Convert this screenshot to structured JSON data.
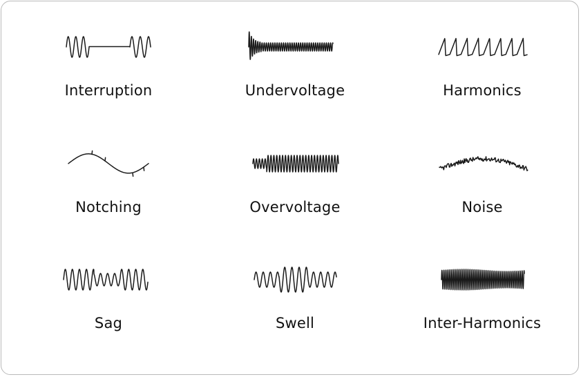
{
  "waveforms": [
    {
      "key": "interruption",
      "label": "Interruption"
    },
    {
      "key": "undervoltage",
      "label": "Undervoltage"
    },
    {
      "key": "harmonics",
      "label": "Harmonics"
    },
    {
      "key": "notching",
      "label": "Notching"
    },
    {
      "key": "overvoltage",
      "label": "Overvoltage"
    },
    {
      "key": "noise",
      "label": "Noise"
    },
    {
      "key": "sag",
      "label": "Sag"
    },
    {
      "key": "swell",
      "label": "Swell"
    },
    {
      "key": "inter-harmonics",
      "label": "Inter-Harmonics"
    }
  ],
  "colors": {
    "stroke": "#1a1a1a",
    "border": "#b9b9b9",
    "text": "#111111"
  }
}
